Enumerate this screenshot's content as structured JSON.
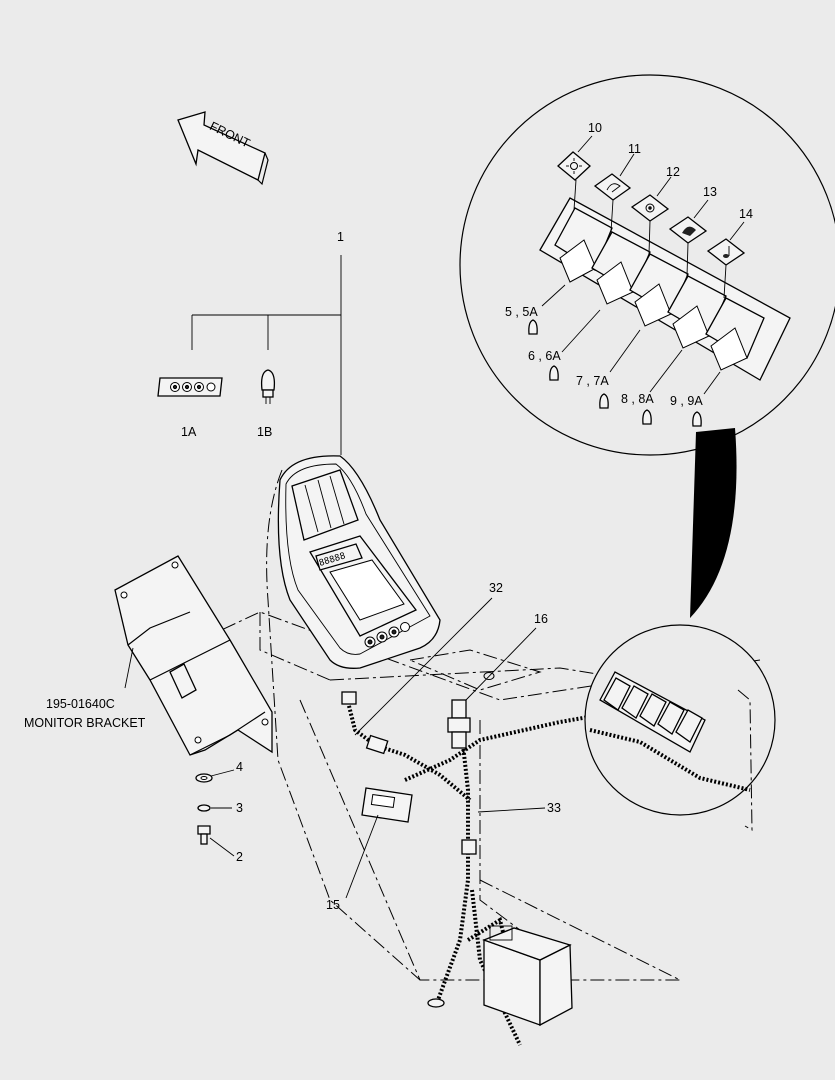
{
  "diagram": {
    "front_label": "FRONT",
    "monitor_bracket_code": "195-01640C",
    "monitor_bracket_name": "MONITOR BRACKET",
    "callouts": {
      "c1": "1",
      "c1a": "1A",
      "c1b": "1B",
      "c2": "2",
      "c3": "3",
      "c4": "4",
      "c5": "5 , 5A",
      "c6": "6 , 6A",
      "c7": "7 , 7A",
      "c8": "8 , 8A",
      "c9": "9 , 9A",
      "c10": "10",
      "c11": "11",
      "c12": "12",
      "c13": "13",
      "c14": "14",
      "c15": "15",
      "c16": "16",
      "c32": "32",
      "c33": "33"
    },
    "icons": {
      "i10": "work-light-icon",
      "i11": "wiper-icon",
      "i12": "fan-icon",
      "i13": "washer-icon",
      "i14": "music-icon"
    }
  }
}
